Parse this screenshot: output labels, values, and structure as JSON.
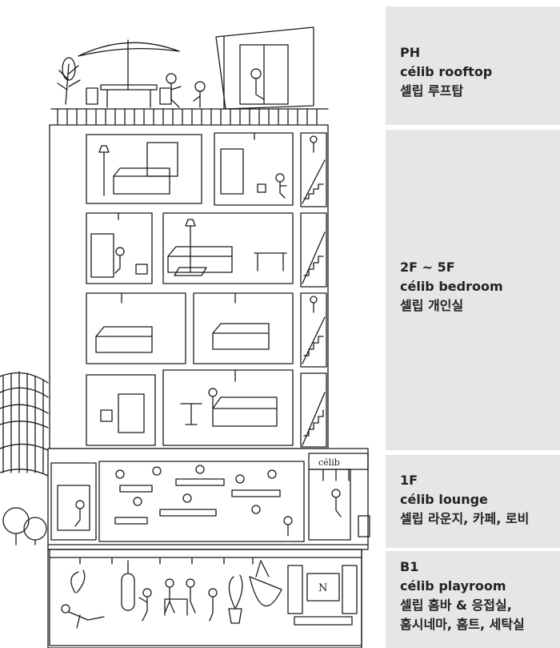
{
  "floors": [
    {
      "code": "PH",
      "name_en": "célib rooftop",
      "name_ko": [
        "셀립 루프탑"
      ]
    },
    {
      "code": "2F ~ 5F",
      "name_en": "célib bedroom",
      "name_ko": [
        "셀립 개인실"
      ]
    },
    {
      "code": "1F",
      "name_en": "célib lounge",
      "name_ko": [
        "셀립 라운지, 카페, 로비"
      ]
    },
    {
      "code": "B1",
      "name_en": "célib playroom",
      "name_ko": [
        "셀립 홈바 & 응접실,",
        "홈시네마, 홈트, 세탁실"
      ]
    }
  ],
  "illustration": {
    "sign_text": "célib",
    "style": "black-ink line drawing",
    "colors": {
      "ink": "#1a1a1a",
      "panel": "#e6e6e6",
      "text": "#222222"
    }
  }
}
